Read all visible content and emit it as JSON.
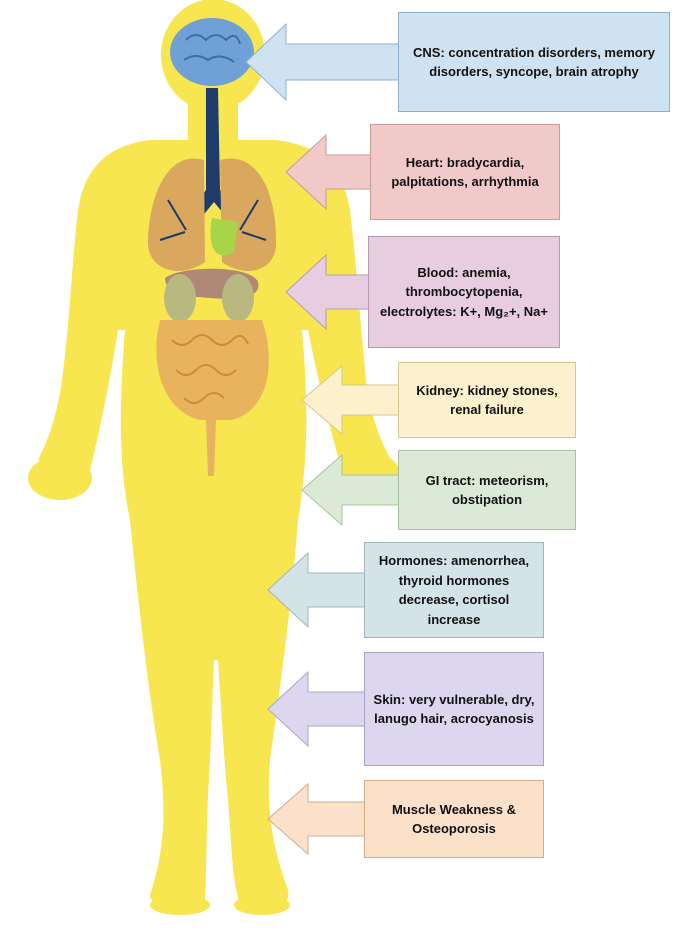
{
  "colors": {
    "body": "#f7e64f",
    "background": "#ffffff",
    "brain": "#6fa0d6",
    "trachea": "#1e3b6a",
    "lungs": "#d9a85e",
    "heart": "#a8d44a",
    "liver": "#b08878",
    "kidneys": "#b8b880",
    "intestines": "#e9b35e"
  },
  "callouts": [
    {
      "id": "cns",
      "text": "CNS: concentration disorders, memory disorders, syncope, brain atrophy",
      "fill": "#cfe2f2",
      "stroke": "#8fb0cc"
    },
    {
      "id": "heart",
      "text": "Heart: bradycardia, palpitations, arrhythmia",
      "fill": "#f2c9c9",
      "stroke": "#c99a9a"
    },
    {
      "id": "blood",
      "text": "Blood: anemia, thrombocytopenia, electrolytes: K+, Mg₂+, Na+",
      "fill": "#e8cde1",
      "stroke": "#b99ab1"
    },
    {
      "id": "kidney",
      "text": "Kidney: kidney stones, renal failure",
      "fill": "#fcf0cd",
      "stroke": "#d7c78f"
    },
    {
      "id": "gi",
      "text": "GI tract: meteorism, obstipation",
      "fill": "#dbe9d7",
      "stroke": "#a8c2a1"
    },
    {
      "id": "hormones",
      "text": "Hormones: amenorrhea, thyroid hormones decrease, cortisol increase",
      "fill": "#d4e3e6",
      "stroke": "#9fb7bc"
    },
    {
      "id": "skin",
      "text": "Skin: very vulnerable, dry, lanugo hair, acrocyanosis",
      "fill": "#dcd6ee",
      "stroke": "#aca4c8"
    },
    {
      "id": "muscle",
      "text": "Muscle Weakness & Osteoporosis",
      "fill": "#fbe1c9",
      "stroke": "#d1ad8c"
    }
  ]
}
